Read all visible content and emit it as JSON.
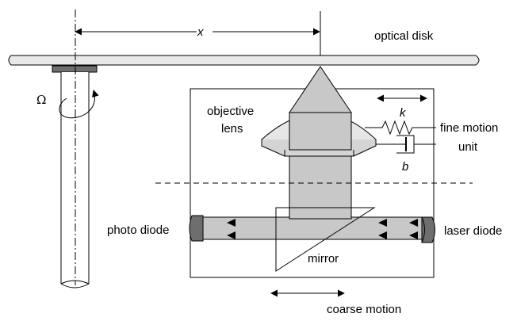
{
  "labels": {
    "x_symbol": "x",
    "optical_disk": "optical disk",
    "omega": "Ω",
    "objective_lens_line1": "objective",
    "objective_lens_line2": "lens",
    "k_symbol": "k",
    "fine_motion_line1": "fine motion",
    "fine_motion_line2": "unit",
    "b_symbol": "b",
    "photo_diode": "photo diode",
    "laser_diode": "laser diode",
    "mirror": "mirror",
    "coarse_motion": "coarse motion"
  },
  "colors": {
    "stroke": "#000000",
    "beam_gray": "#c8c8c8",
    "beam_dark": "#a8a8a8",
    "lens_fill": "#e6e6e6",
    "diode_fill": "#6e6e6e",
    "disk_fill": "#e8e8e8",
    "spindle_fill": "#ffffff"
  }
}
